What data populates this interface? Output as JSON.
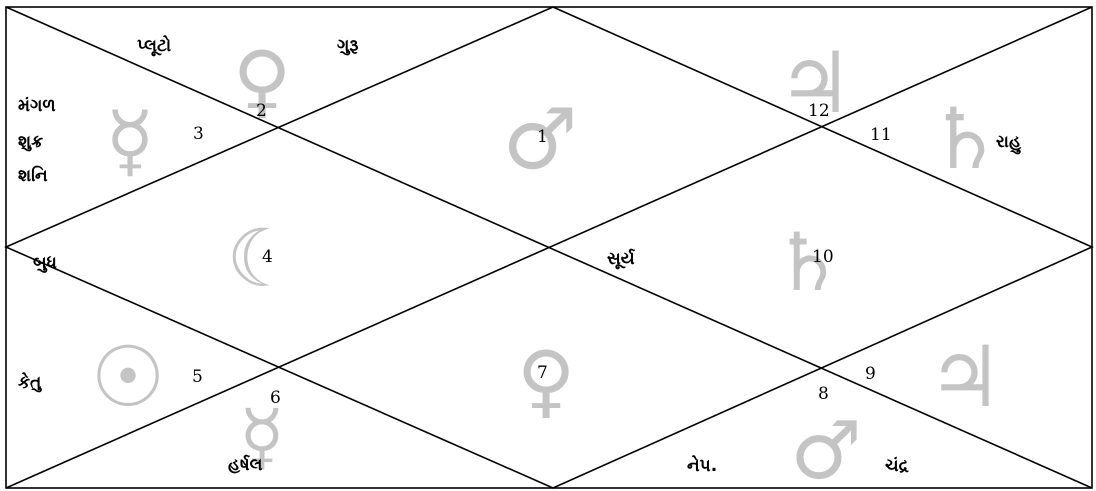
{
  "chart": {
    "line_color": "#000000",
    "glyph_color": "#c4c4c4",
    "houses": [
      {
        "id": "house-1",
        "number": "1",
        "planets": [],
        "glyphs": [
          {
            "icon": "mars-icon",
            "char": "♂"
          }
        ]
      },
      {
        "id": "house-2",
        "number": "2",
        "planets": [
          "પ્લૂટો",
          "ગુરૂ"
        ],
        "glyphs": [
          {
            "icon": "venus-icon",
            "char": "♀"
          }
        ]
      },
      {
        "id": "house-3",
        "number": "3",
        "planets": [
          "મંગળ",
          "શુક્ર",
          "શનિ"
        ],
        "glyphs": [
          {
            "icon": "mercury-icon",
            "char": "☿"
          }
        ]
      },
      {
        "id": "house-4",
        "number": "4",
        "planets": [
          "બુધ"
        ],
        "glyphs": [
          {
            "icon": "moon-icon",
            "char": "☾"
          }
        ]
      },
      {
        "id": "house-5",
        "number": "5",
        "planets": [
          "કેતુ"
        ],
        "glyphs": [
          {
            "icon": "sun-icon",
            "char": "☉"
          }
        ]
      },
      {
        "id": "house-6",
        "number": "6",
        "planets": [
          "હર્ષલ"
        ],
        "glyphs": [
          {
            "icon": "mercury-icon",
            "char": "☿"
          }
        ]
      },
      {
        "id": "house-7",
        "number": "7",
        "planets": [],
        "glyphs": [
          {
            "icon": "venus-icon",
            "char": "♀"
          }
        ]
      },
      {
        "id": "house-8",
        "number": "8",
        "planets": [
          "નેપ.",
          "ચંદ્ર"
        ],
        "glyphs": [
          {
            "icon": "mars-icon",
            "char": "♂"
          }
        ]
      },
      {
        "id": "house-9",
        "number": "9",
        "planets": [],
        "glyphs": [
          {
            "icon": "jupiter-icon",
            "char": "♃"
          }
        ]
      },
      {
        "id": "house-10",
        "number": "10",
        "planets": [
          "સૂર્ય"
        ],
        "glyphs": [
          {
            "icon": "saturn-icon",
            "char": "♄"
          }
        ]
      },
      {
        "id": "house-11",
        "number": "11",
        "planets": [
          "રાહુ"
        ],
        "glyphs": [
          {
            "icon": "saturn-icon",
            "char": "♄"
          }
        ]
      },
      {
        "id": "house-12",
        "number": "12",
        "planets": [],
        "glyphs": [
          {
            "icon": "jupiter-icon",
            "char": "♃"
          }
        ]
      }
    ]
  }
}
